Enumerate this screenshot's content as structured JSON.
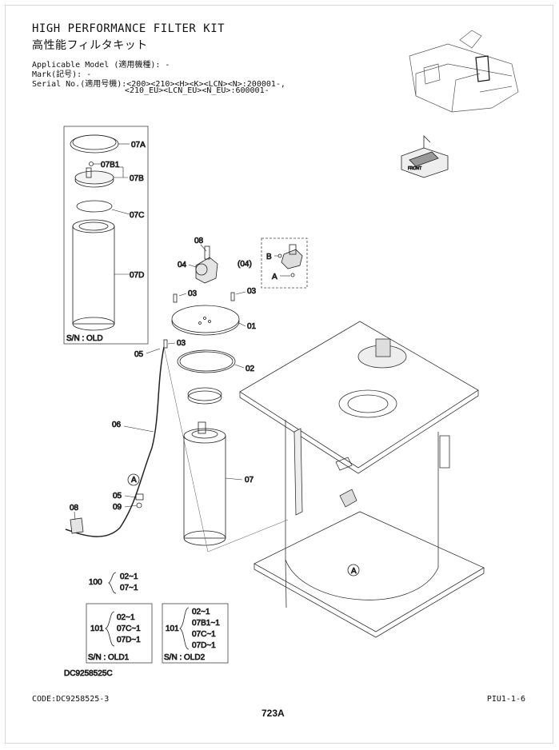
{
  "header": {
    "title": "HIGH PERFORMANCE FILTER KIT",
    "subtitle": "高性能フィルタキット",
    "applicable_model": "Applicable Model (適用機種): -",
    "mark": "Mark(記号): -",
    "serial_line1": "Serial No.(適用号機):<200><210><H><K><LCN><N>:200001-,",
    "serial_line2": "<210_EU><LCN_EU><N_EU>:600001-"
  },
  "inset_old": {
    "caption": "S/N : OLD",
    "labels": [
      "07A",
      "07B1",
      "07B",
      "07C",
      "07D"
    ]
  },
  "inset_04": {
    "caption": "(04)",
    "labels": [
      "B",
      "A"
    ]
  },
  "callouts": {
    "p08_top": "08",
    "p04": "04",
    "p03_a": "03",
    "p03_b": "03",
    "p01": "01",
    "p03_c": "03",
    "p05_a": "05",
    "p02": "02",
    "p06": "06",
    "p07": "07",
    "pA": "A",
    "p05_b": "05",
    "p09": "09",
    "p08_bot": "08",
    "pA_tank": "A"
  },
  "kit_100": {
    "number": "100",
    "items": [
      "02~1",
      "07~1"
    ]
  },
  "kit_101_old1": {
    "number": "101",
    "items": [
      "02~1",
      "07C~1",
      "07D~1"
    ],
    "caption": "S/N : OLD1"
  },
  "kit_101_old2": {
    "number": "101",
    "items": [
      "02~1",
      "07B1~1",
      "07C~1",
      "07D~1"
    ],
    "caption": "S/N : OLD2"
  },
  "drawing_code": "DC9258525C",
  "footer": {
    "code": "CODE:DC9258525-3",
    "page_id": "PIU1-1-6",
    "page_number": "723A"
  },
  "front_icon_text": "FRONT"
}
